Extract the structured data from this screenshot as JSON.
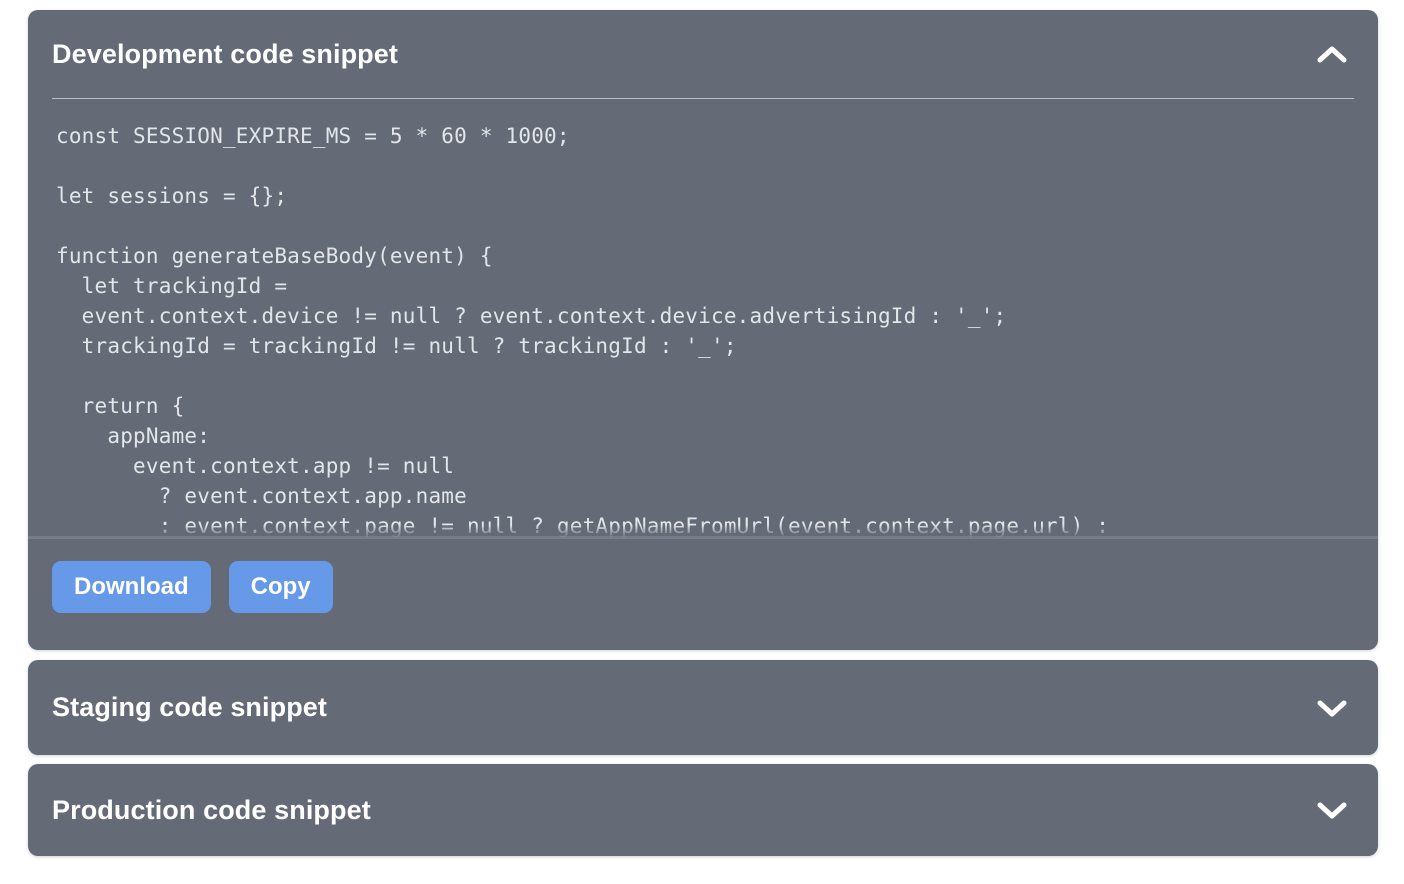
{
  "theme": {
    "panel_bg": "#646b77",
    "page_bg": "#ffffff",
    "title_color": "#ffffff",
    "divider_color": "#b9bec7",
    "code_color": "#e2e5e9",
    "button_bg": "#6699e8",
    "button_text": "#ffffff"
  },
  "panels": [
    {
      "title": "Development code snippet",
      "expanded": true,
      "toggle_icon": "chevron-up-icon",
      "code": "const SESSION_EXPIRE_MS = 5 * 60 * 1000;\n\nlet sessions = {};\n\nfunction generateBaseBody(event) {\n  let trackingId =\n  event.context.device != null ? event.context.device.advertisingId : '_';\n  trackingId = trackingId != null ? trackingId : '_';\n\n  return {\n    appName:\n      event.context.app != null\n        ? event.context.app.name\n        : event.context.page != null ? getAppNameFromUrl(event.context.page.url) :",
      "buttons": [
        {
          "label": "Download",
          "name": "download-button"
        },
        {
          "label": "Copy",
          "name": "copy-button"
        }
      ]
    },
    {
      "title": "Staging code snippet",
      "expanded": false,
      "toggle_icon": "chevron-down-icon"
    },
    {
      "title": "Production code snippet",
      "expanded": false,
      "toggle_icon": "chevron-down-icon"
    }
  ]
}
